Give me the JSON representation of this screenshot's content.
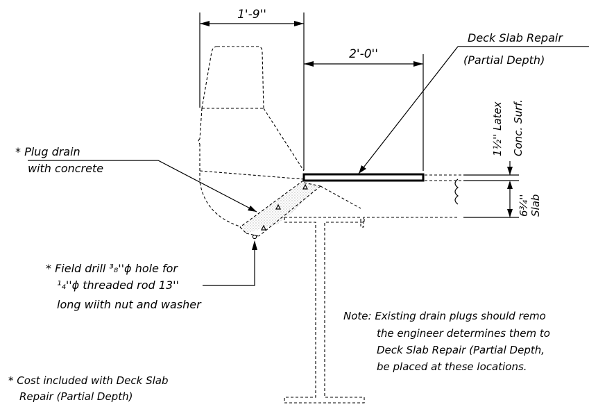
{
  "dimensions": {
    "width_top": "1'-9''",
    "width_repair": "2'-0''",
    "latex": "1½'' Latex",
    "conc_surf": "Conc. Surf.",
    "slab_thickness": "6¾''",
    "slab": "Slab"
  },
  "labels": {
    "deck_repair_line1": "Deck Slab Repair",
    "deck_repair_line2": "(Partial Depth)",
    "plug_line1": "* Plug drain",
    "plug_line2": "with concrete",
    "drill_line1": "* Field drill ³₈''ϕ hole for",
    "drill_line2": "¹₄''ϕ threaded rod 13''",
    "drill_line3": "long wiith nut and washer"
  },
  "note": {
    "line1": "Note: Existing drain plugs should remo",
    "line2": "the engineer determines them to",
    "line3": "Deck Slab Repair (Partial Depth,",
    "line4": "be placed at these locations."
  },
  "footnote": {
    "line1": "* Cost included with Deck Slab",
    "line2": "Repair (Partial Depth)"
  }
}
